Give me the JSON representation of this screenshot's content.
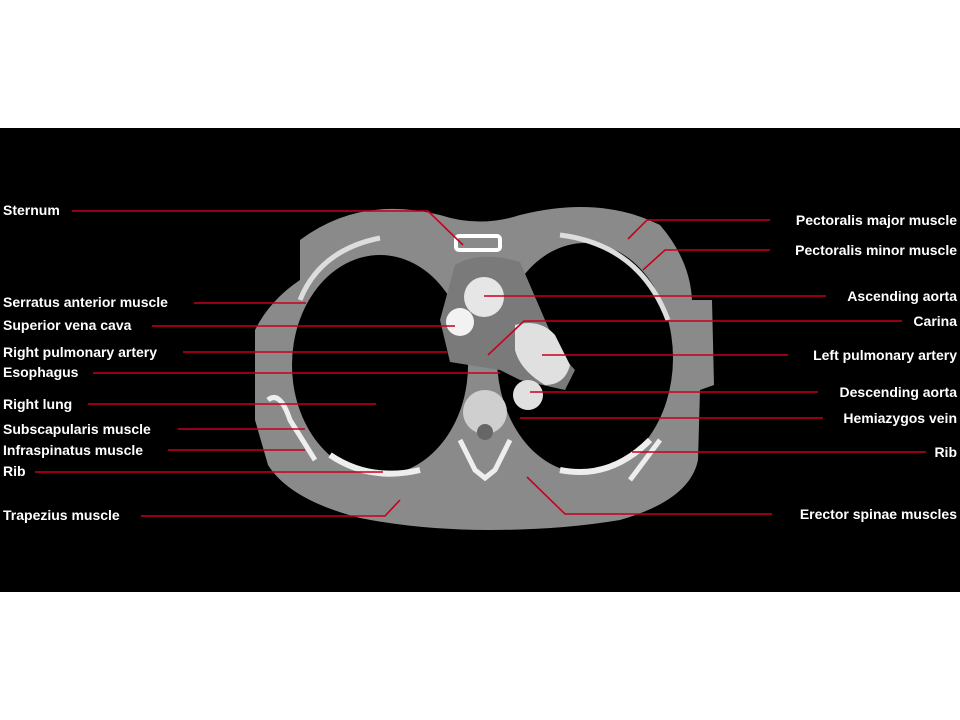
{
  "colors": {
    "background": "#000000",
    "leader_line": "#c8001e",
    "label_text": "#ffffff"
  },
  "labels_left": [
    {
      "id": "sternum",
      "text": "Sternum"
    },
    {
      "id": "serratus-anterior",
      "text": "Serratus anterior muscle"
    },
    {
      "id": "superior-vena-cava",
      "text": "Superior vena cava"
    },
    {
      "id": "right-pulmonary-artery",
      "text": "Right pulmonary artery"
    },
    {
      "id": "esophagus",
      "text": "Esophagus"
    },
    {
      "id": "right-lung",
      "text": "Right lung"
    },
    {
      "id": "subscapularis",
      "text": "Subscapularis muscle"
    },
    {
      "id": "infraspinatus",
      "text": "Infraspinatus muscle"
    },
    {
      "id": "rib-left",
      "text": "Rib"
    },
    {
      "id": "trapezius",
      "text": "Trapezius muscle"
    }
  ],
  "labels_right": [
    {
      "id": "pectoralis-major",
      "text": "Pectoralis major muscle"
    },
    {
      "id": "pectoralis-minor",
      "text": "Pectoralis minor muscle"
    },
    {
      "id": "ascending-aorta",
      "text": "Ascending aorta"
    },
    {
      "id": "carina",
      "text": "Carina"
    },
    {
      "id": "left-pulmonary-artery",
      "text": "Left pulmonary artery"
    },
    {
      "id": "descending-aorta",
      "text": "Descending aorta"
    },
    {
      "id": "hemiazygos-vein",
      "text": "Hemiazygos vein"
    },
    {
      "id": "rib-right",
      "text": "Rib"
    },
    {
      "id": "erector-spinae",
      "text": "Erector spinae muscles"
    }
  ]
}
